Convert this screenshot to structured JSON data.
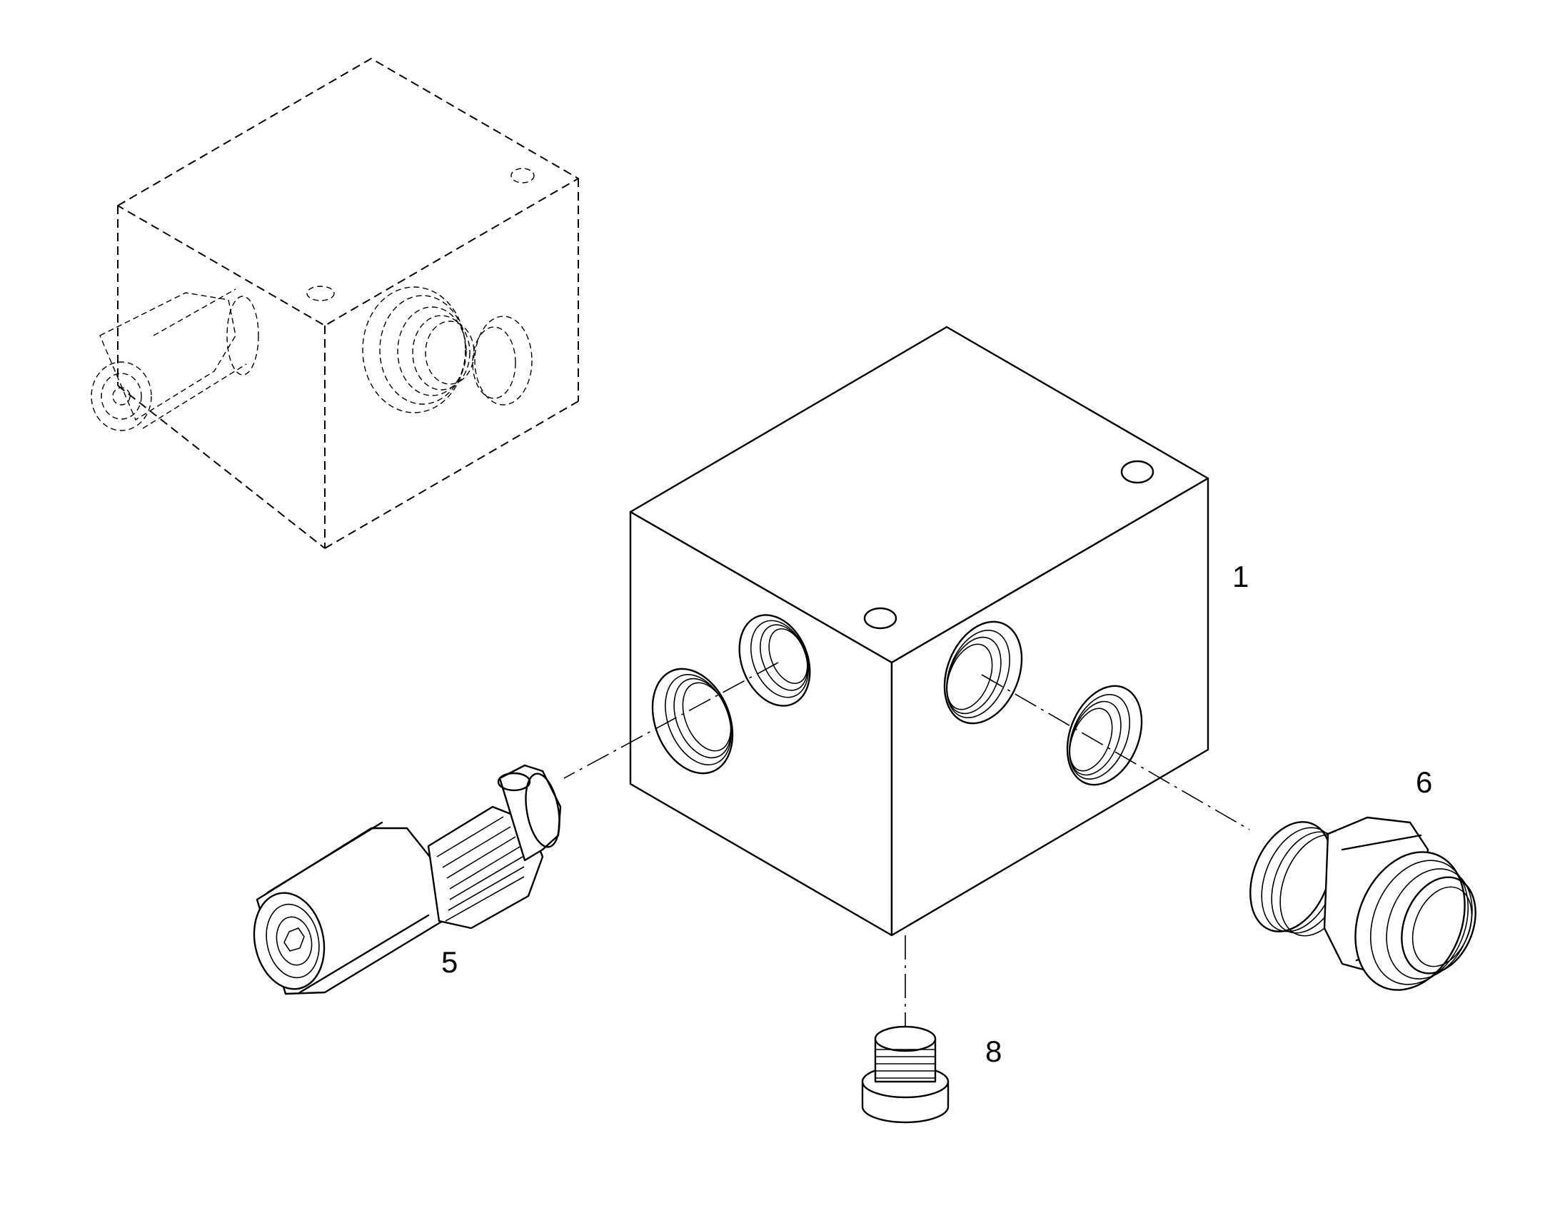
{
  "callouts": {
    "part_1": "1",
    "part_5": "5",
    "part_6": "6",
    "part_8": "8"
  }
}
